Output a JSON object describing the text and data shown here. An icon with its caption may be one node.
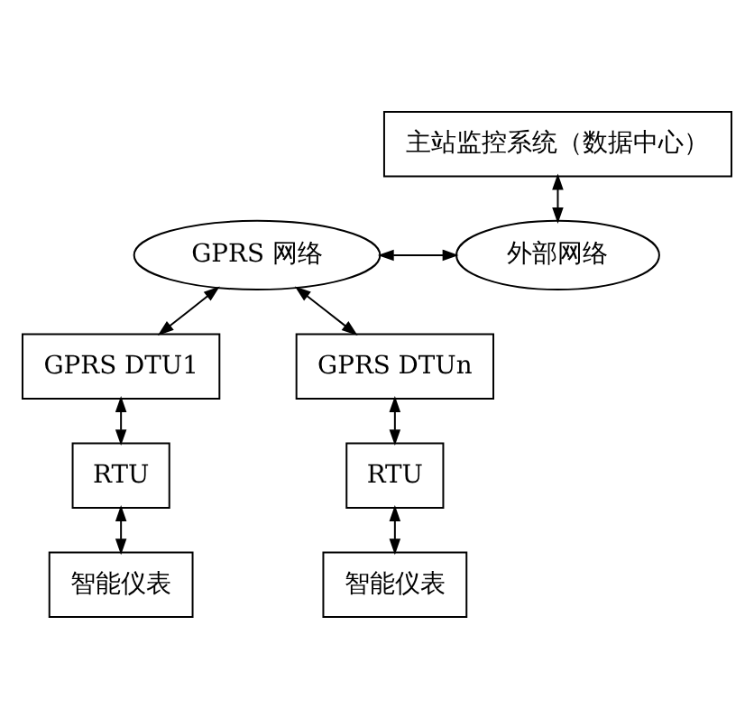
{
  "diagram": {
    "nodes": [
      {
        "text": [
          "主站监控系统（数据中心）"
        ]
      },
      {
        "text": [
          "GPRS 网络"
        ]
      },
      {
        "text": [
          "外部网络"
        ]
      },
      {
        "text": [
          "GPRS DTU1"
        ]
      },
      {
        "text": [
          "GPRS DTUn"
        ]
      },
      {
        "text": [
          "RTU"
        ]
      },
      {
        "text": [
          "RTU"
        ]
      },
      {
        "text": [
          "智能仪表"
        ]
      },
      {
        "text": [
          "智能仪表"
        ]
      }
    ],
    "edges": [
      {
        "from": 0,
        "to": 2,
        "arrow": "both"
      },
      {
        "from": 1,
        "to": 2,
        "arrow": "both"
      },
      {
        "from": 1,
        "to": 3,
        "arrow": "both"
      },
      {
        "from": 1,
        "to": 4,
        "arrow": "both"
      },
      {
        "from": 3,
        "to": 5,
        "arrow": "both"
      },
      {
        "from": 5,
        "to": 7,
        "arrow": "both"
      },
      {
        "from": 4,
        "to": 6,
        "arrow": "both"
      },
      {
        "from": 6,
        "to": 8,
        "arrow": "both"
      }
    ]
  }
}
